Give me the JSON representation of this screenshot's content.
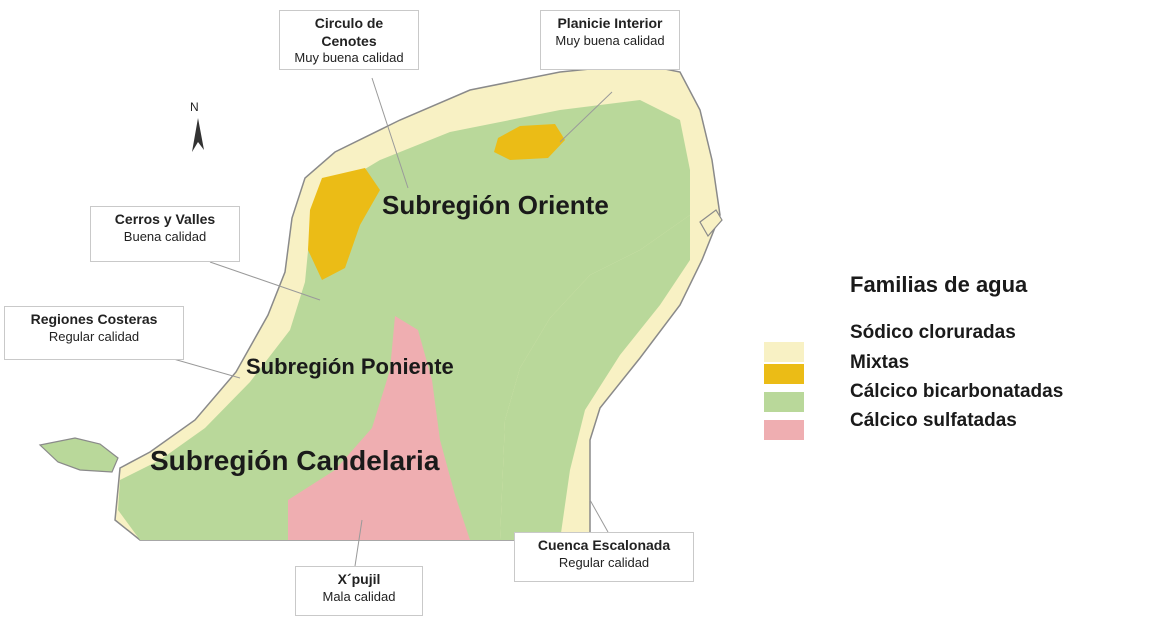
{
  "map": {
    "colors": {
      "sodico": "#f8f1c4",
      "mixtas": "#ebbc16",
      "calcico_bicarbonatadas": "#b9d89a",
      "calcico_sulfatadas": "#efaeb1",
      "outline": "#8a8a8a"
    },
    "north_label": "N",
    "regions": {
      "oriente": "Subregión Oriente",
      "poniente": "Subregión Poniente",
      "candelaria": "Subregión Candelaria"
    },
    "callouts": {
      "cenotes": {
        "title": "Circulo de Cenotes",
        "quality": "Muy buena calidad"
      },
      "planicie": {
        "title": "Planicie Interior",
        "quality": "Muy buena calidad"
      },
      "cerros": {
        "title": "Cerros y Valles",
        "quality": "Buena calidad"
      },
      "costeras": {
        "title": "Regiones Costeras",
        "quality": "Regular calidad"
      },
      "cuenca": {
        "title": "Cuenca Escalonada",
        "quality": "Regular calidad"
      },
      "xpujil": {
        "title": "X´pujil",
        "quality": "Mala calidad"
      }
    }
  },
  "legend": {
    "title": "Familias de agua",
    "items": [
      {
        "label": "Sódico cloruradas",
        "color": "#f8f1c4"
      },
      {
        "label": "Mixtas",
        "color": "#ebbc16"
      },
      {
        "label": "Cálcico bicarbonatadas",
        "color": "#b9d89a"
      },
      {
        "label": "Cálcico sulfatadas",
        "color": "#efaeb1"
      }
    ]
  }
}
